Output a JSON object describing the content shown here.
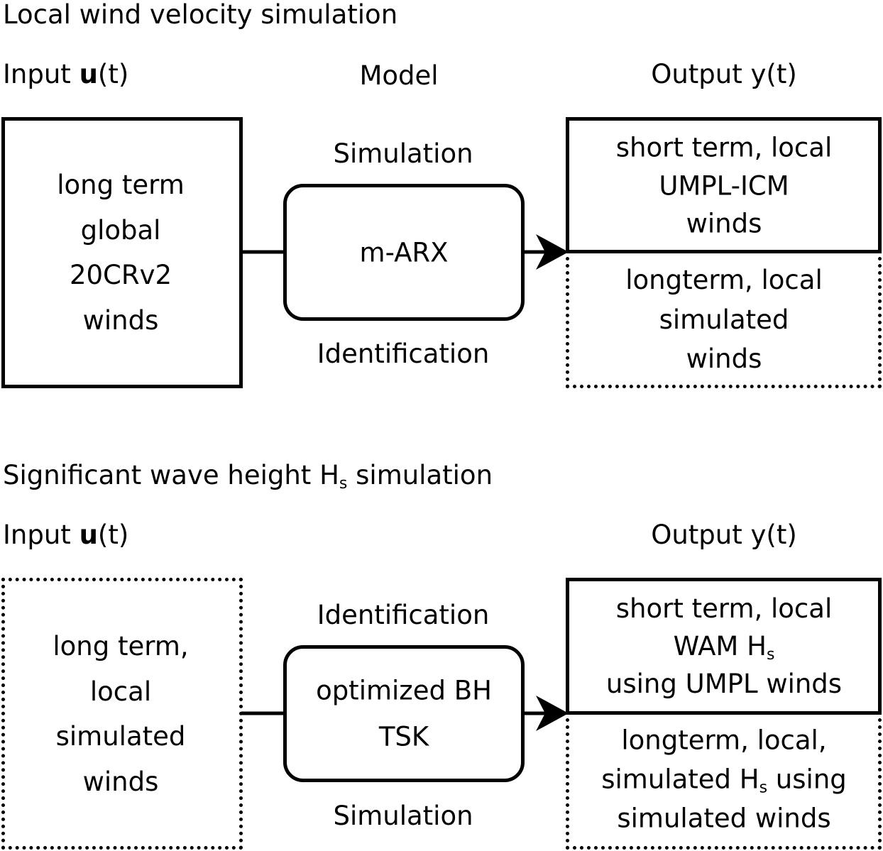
{
  "colors": {
    "stroke": "#000000",
    "background": "#ffffff"
  },
  "top": {
    "title": "Local wind velocity simulation",
    "input_label": "Input",
    "input_symbol": "u",
    "input_arg": "(t)",
    "model_label": "Model",
    "output_label": "Output y(t)",
    "above_model": "Simulation",
    "below_model": "Identification",
    "input_box": [
      "long term",
      "global",
      "20CRv2",
      "winds"
    ],
    "model_box": [
      "m-ARX"
    ],
    "output_solid_box": [
      "short term, local",
      "UMPL-ICM",
      "winds"
    ],
    "output_dotted_box": [
      "longterm, local",
      "simulated",
      "winds"
    ]
  },
  "bottom": {
    "title_pre": "Significant wave height H",
    "title_sub": "s",
    "title_post": " simulation",
    "input_label": "Input",
    "input_symbol": "u",
    "input_arg": "(t)",
    "output_label": "Output y(t)",
    "above_model": "Identification",
    "below_model": "Simulation",
    "input_box": [
      "long term,",
      "local",
      "simulated",
      "winds"
    ],
    "model_box": [
      "optimized BH",
      "TSK"
    ],
    "output_solid_box": {
      "line1": "short term, local",
      "line2_pre": "WAM H",
      "line2_sub": "s",
      "line3": "using UMPL winds"
    },
    "output_dotted_box": {
      "line1": "longterm, local,",
      "line2_pre": "simulated H",
      "line2_sub": "s",
      "line2_post": " using",
      "line3": "simulated winds"
    }
  }
}
